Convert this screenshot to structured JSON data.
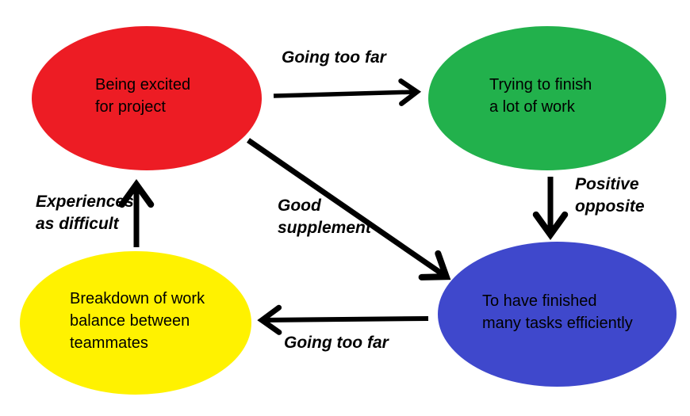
{
  "background": "#ffffff",
  "ink": "#000000",
  "nodes": [
    {
      "id": "being-excited",
      "fill": "#ed1c24",
      "lines": [
        "Being excited",
        "for project"
      ]
    },
    {
      "id": "trying-to-finish",
      "fill": "#22b14c",
      "lines": [
        "Trying to finish",
        "a lot of work"
      ]
    },
    {
      "id": "to-have-finished",
      "fill": "#3f48cc",
      "lines": [
        "To have finished",
        "many tasks efficiently"
      ]
    },
    {
      "id": "breakdown-of-work",
      "fill": "#fff200",
      "lines": [
        "Breakdown of work",
        "balance between",
        "teammates"
      ]
    }
  ],
  "edges": [
    {
      "from": "being-excited",
      "to": "trying-to-finish",
      "label_lines": [
        "Going too far"
      ]
    },
    {
      "from": "trying-to-finish",
      "to": "to-have-finished",
      "label_lines": [
        "Positive",
        "opposite"
      ]
    },
    {
      "from": "being-excited",
      "to": "to-have-finished",
      "label_lines": [
        "Good",
        "supplement"
      ]
    },
    {
      "from": "to-have-finished",
      "to": "breakdown-of-work",
      "label_lines": [
        "Going too far"
      ]
    },
    {
      "from": "breakdown-of-work",
      "to": "being-excited",
      "label_lines": [
        "Experiences",
        "as difficult"
      ]
    }
  ]
}
